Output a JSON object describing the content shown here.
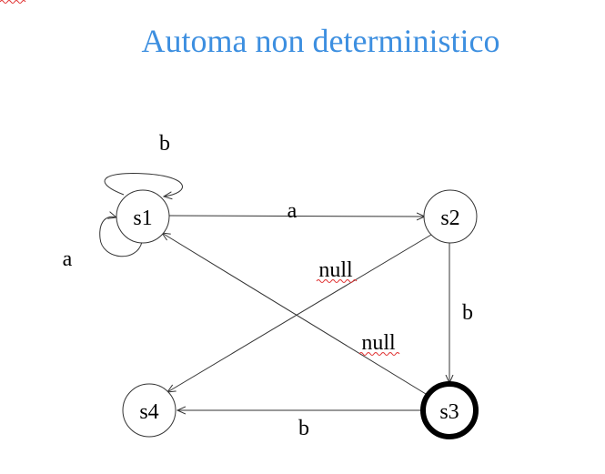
{
  "slide": {
    "title": "Automa non deterministico"
  },
  "automaton": {
    "states": [
      {
        "id": "s1",
        "label": "s1",
        "accepting": false
      },
      {
        "id": "s2",
        "label": "s2",
        "accepting": false
      },
      {
        "id": "s3",
        "label": "s3",
        "accepting": true
      },
      {
        "id": "s4",
        "label": "s4",
        "accepting": false
      }
    ],
    "transitions": [
      {
        "from": "s1",
        "to": "s1",
        "label": "b"
      },
      {
        "from": "s1",
        "to": "s1",
        "label": "a"
      },
      {
        "from": "s1",
        "to": "s2",
        "label": "a"
      },
      {
        "from": "s2",
        "to": "s4",
        "label": "null"
      },
      {
        "from": "s2",
        "to": "s3",
        "label": "b"
      },
      {
        "from": "s3",
        "to": "s1",
        "label": "null"
      },
      {
        "from": "s3",
        "to": "s4",
        "label": "b"
      }
    ],
    "colors": {
      "title": "#3d8fe0",
      "line": "#333333",
      "spellcheck": "#e03030"
    }
  }
}
